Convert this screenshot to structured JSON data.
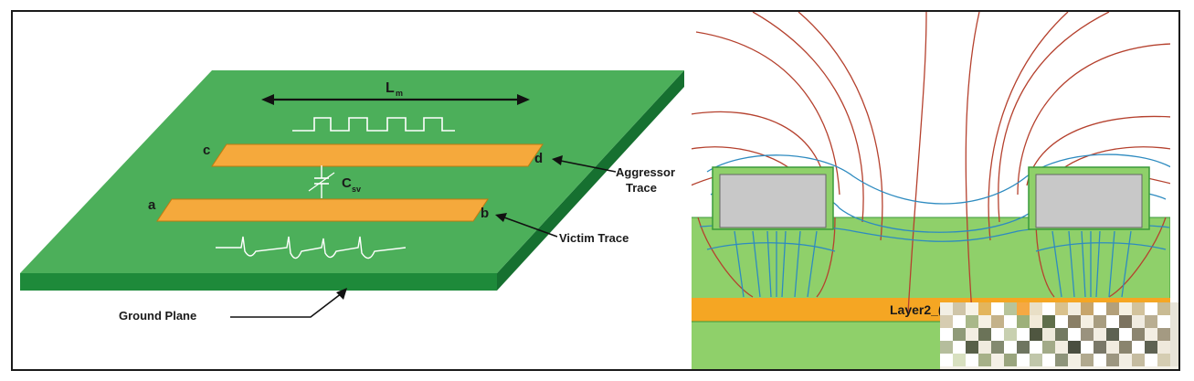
{
  "left_figure": {
    "length_label": "L",
    "length_subscript": "m",
    "node_c": "c",
    "node_d": "d",
    "node_a": "a",
    "node_b": "b",
    "capacitance_label": "C",
    "capacitance_subscript": "sv",
    "aggressor_label_line1": "Aggressor",
    "aggressor_label_line2": "Trace",
    "victim_label": "Victim Trace",
    "ground_label": "Ground Plane"
  },
  "right_figure": {
    "layer_label": "Layer2_(",
    "colors": {
      "field_line": "#c0392b",
      "equipotential_line": "#2e8bc0",
      "dielectric": "#8fd06a",
      "conductor": "#c8c8c8",
      "plane": "#f5a623"
    }
  },
  "colors": {
    "board_top": "#4caf5a",
    "board_edge": "#1e8a3a",
    "trace": "#f5a93c"
  }
}
